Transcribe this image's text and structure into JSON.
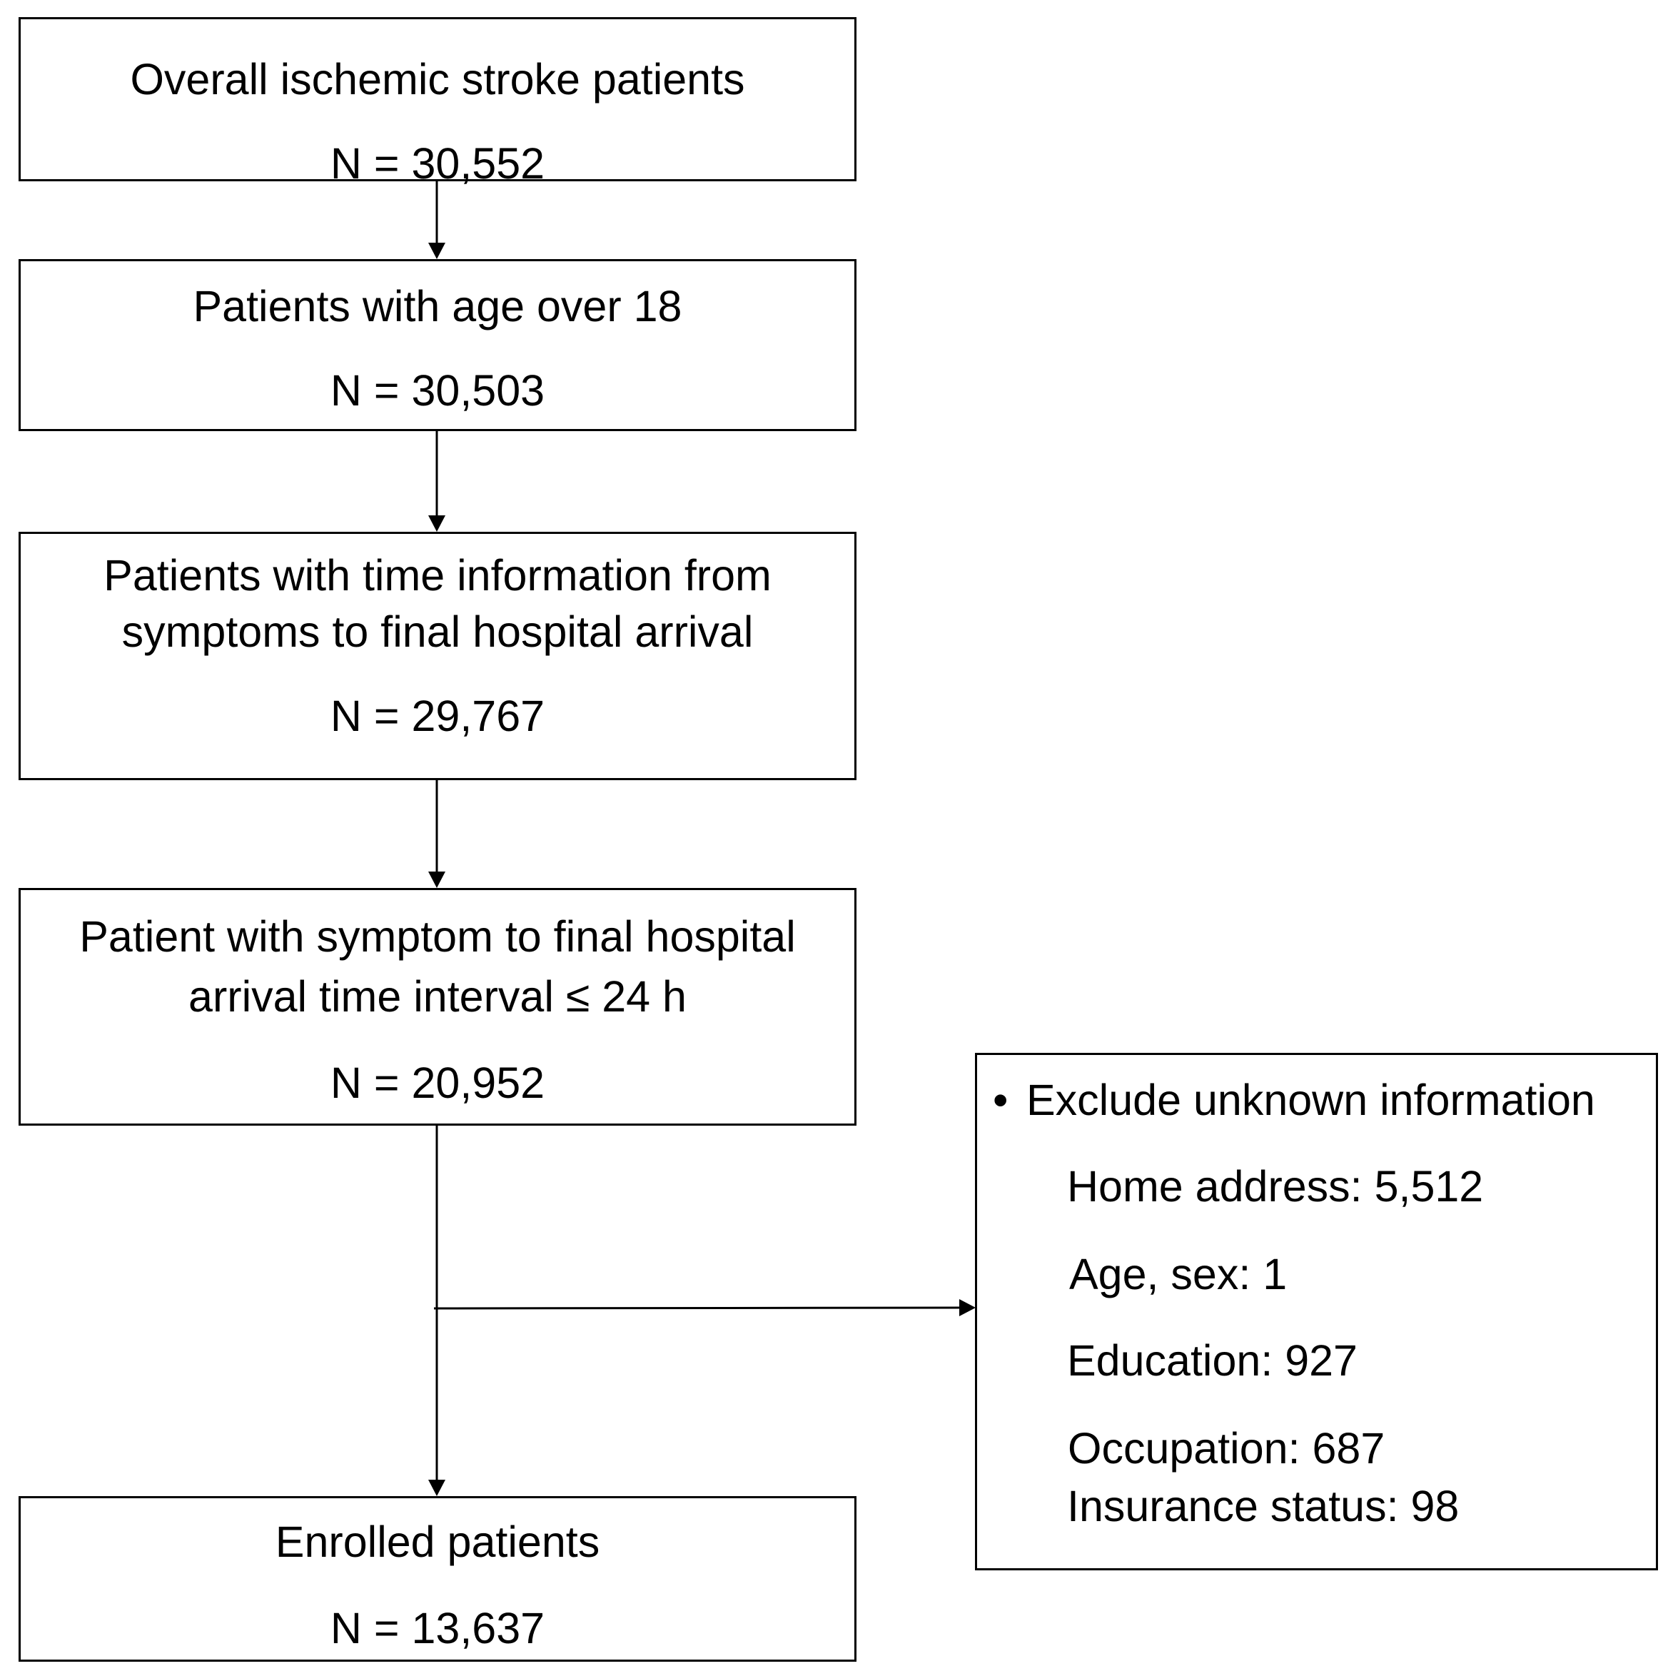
{
  "boxes": [
    {
      "lines": [
        "Overall ischemic stroke patients"
      ],
      "n": "N = 30,552"
    },
    {
      "lines": [
        "Patients with age over 18"
      ],
      "n": "N = 30,503"
    },
    {
      "lines": [
        "Patients with time information from",
        "symptoms to final hospital arrival"
      ],
      "n": "N = 29,767"
    },
    {
      "lines": [
        "Patient with symptom to final hospital",
        "arrival time interval ≤ 24 h"
      ],
      "n": "N = 20,952"
    },
    {
      "lines": [
        "Enrolled patients"
      ],
      "n": "N = 13,637"
    }
  ],
  "exclusion": {
    "bullet": "•",
    "heading": "Exclude unknown information",
    "items": [
      "Home address: 5,512",
      "Age, sex: 1",
      "Education: 927",
      "Occupation: 687",
      "Insurance status: 98"
    ]
  }
}
